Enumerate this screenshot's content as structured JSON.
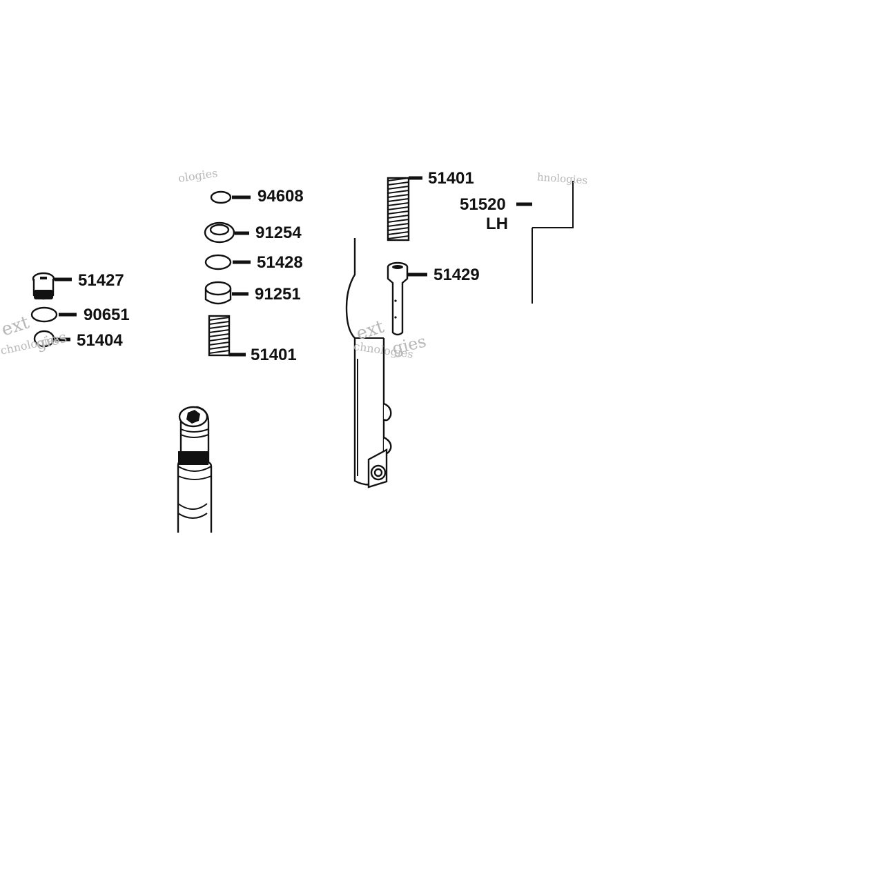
{
  "diagram": {
    "colors": {
      "ink": "#111111",
      "paper": "#ffffff",
      "watermark": "#b8b8b8"
    },
    "part_labels": {
      "p51427": "51427",
      "p90651": "90651",
      "p51404": "51404",
      "p94608": "94608",
      "p91254": "91254",
      "p51428": "51428",
      "p91251": "91251",
      "p51401_lower": "51401",
      "p51401_upper": "51401",
      "p51520": "51520",
      "p51520_side": "LH",
      "p51429": "51429"
    },
    "watermarks": {
      "w1": "ext",
      "w2": "chnologies",
      "w3": "gies",
      "w4": "ext",
      "w5": "chnologies",
      "w6": "gies",
      "w7": "hnologies",
      "w8": "ologies"
    }
  }
}
